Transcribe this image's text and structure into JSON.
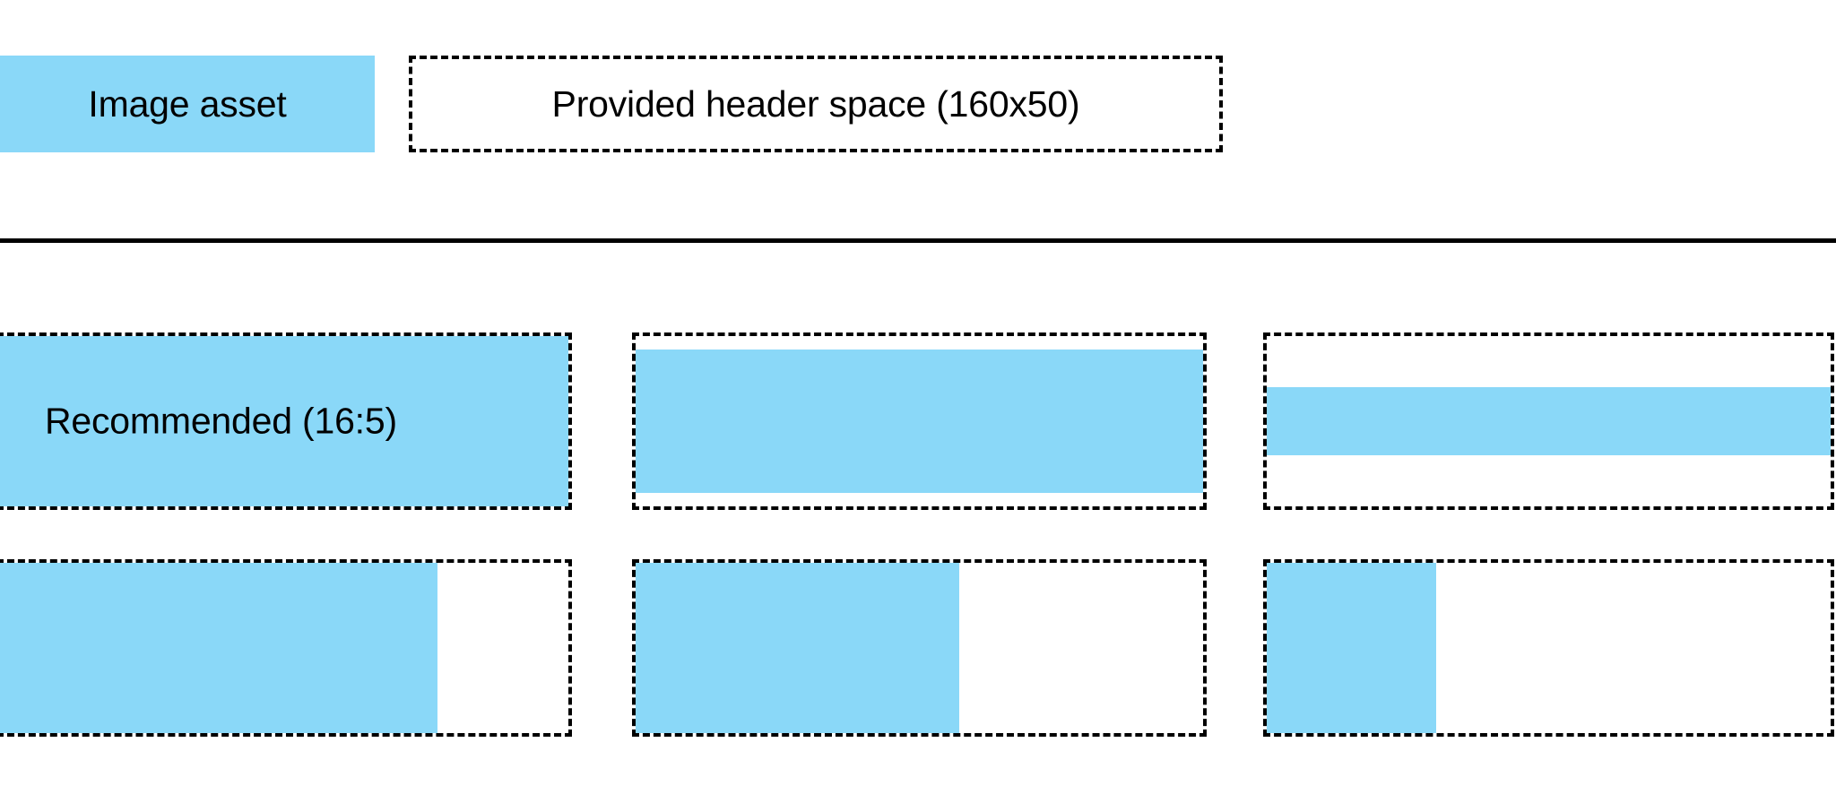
{
  "header": {
    "asset_swatch_label": "Image asset",
    "header_space_label": "Provided header space (160x50)",
    "asset_color": "#8AD8F8",
    "outline_color": "#000000"
  },
  "divider": {
    "color": "#000000"
  },
  "ratios": {
    "recommended_label": "Recommended (16:5)",
    "fill_color": "#8AD8F8",
    "outline_color": "#000000",
    "rows": [
      {
        "name": "row-wide",
        "boxes": [
          {
            "name": "box-recommended",
            "fill_width_pct": 100,
            "fill_height_pct": 100,
            "fill_align_x": "left",
            "fill_align_y": "center",
            "label": "Recommended (16:5)"
          },
          {
            "name": "box-wide-letterbox",
            "fill_width_pct": 100,
            "fill_height_pct": 84,
            "fill_align_x": "left",
            "fill_align_y": "center",
            "label": ""
          },
          {
            "name": "box-wide-band",
            "fill_width_pct": 100,
            "fill_height_pct": 40,
            "fill_align_x": "left",
            "fill_align_y": "center",
            "label": ""
          }
        ]
      },
      {
        "name": "row-pillar",
        "boxes": [
          {
            "name": "box-pillar-77",
            "fill_width_pct": 77,
            "fill_height_pct": 100,
            "fill_align_x": "left",
            "fill_align_y": "center",
            "label": ""
          },
          {
            "name": "box-pillar-57",
            "fill_width_pct": 57,
            "fill_height_pct": 100,
            "fill_align_x": "left",
            "fill_align_y": "center",
            "label": ""
          },
          {
            "name": "box-pillar-30",
            "fill_width_pct": 30,
            "fill_height_pct": 100,
            "fill_align_x": "left",
            "fill_align_y": "center",
            "label": ""
          }
        ]
      }
    ]
  }
}
